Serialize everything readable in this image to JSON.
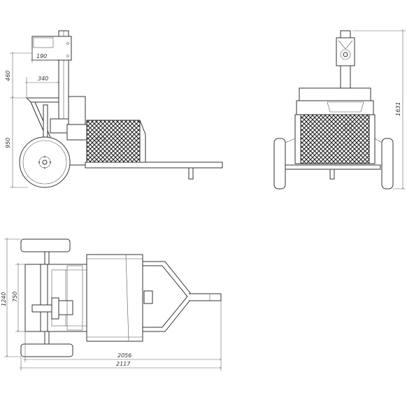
{
  "drawing": {
    "side_view": {
      "dims": {
        "d190": "190",
        "d340": "340",
        "d460": "460",
        "d950": "950"
      }
    },
    "front_view": {
      "dims": {
        "d1631": "1631"
      }
    },
    "top_view": {
      "dims": {
        "d1240": "1240",
        "d750": "750",
        "d2056": "2056",
        "d2117": "2117"
      }
    }
  }
}
